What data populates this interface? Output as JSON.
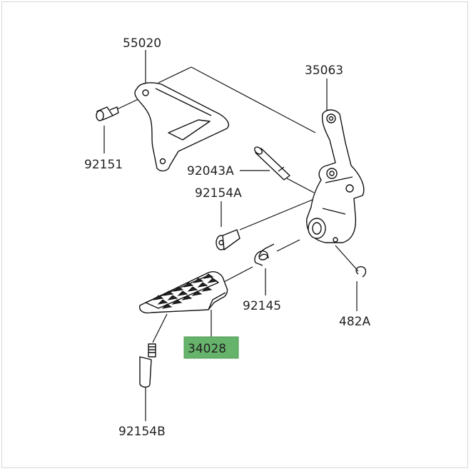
{
  "parts": {
    "p55020": "55020",
    "p92151": "92151",
    "p35063": "35063",
    "p92043A": "92043A",
    "p92154A": "92154A",
    "p92145": "92145",
    "p482A": "482A",
    "p34028": "34028",
    "p92154B": "92154B"
  },
  "colors": {
    "highlight": "#66b36b",
    "line": "#111111"
  }
}
